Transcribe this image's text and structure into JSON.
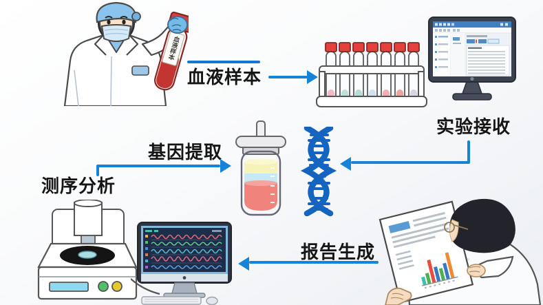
{
  "labels": {
    "blood_sample": "血液样本",
    "lab_receive": "实验接收",
    "gene_extraction": "基因提取",
    "sequencing": "测序分析",
    "report": "报告生成"
  },
  "tube_label": "血液样本",
  "colors": {
    "arrow_blue": "#1583d8",
    "label_text": "#151515",
    "dna_blue": "#1565c0",
    "tube_cap_red": "#e0423c",
    "blood_red": "#c23531",
    "scrub_blue": "#8ac4ec",
    "screen_navy": "#1e2d4a",
    "lims_bar_blue": "#3f7fc4"
  }
}
